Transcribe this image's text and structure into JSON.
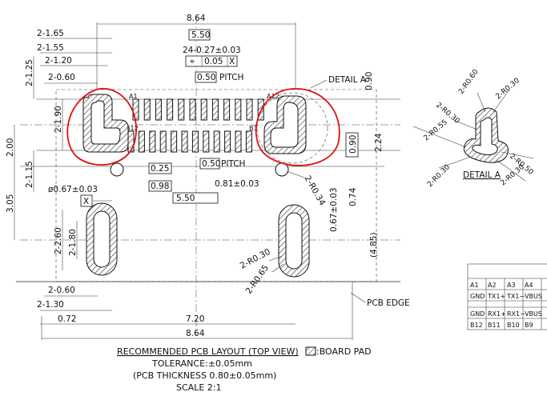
{
  "dims": {
    "overall_width_top": "8.64",
    "d_2_165": "2-1.65",
    "d_2_155": "2-1.55",
    "d_2_120": "2-1.20",
    "d_2_060_top": "2-0.60",
    "d_2_125": "2-1.25",
    "d_2_190": "2-1.90",
    "d_200": "2.00",
    "d_2_115": "2-1.15",
    "d_305": "3.05",
    "d_550_top": "5.50",
    "d_pitch_count": "24-0.27±0.03",
    "d_pos_tol": "0.05",
    "d_pos_datum": "X",
    "d_050_top": "0.50",
    "pitch_label_top": "PITCH",
    "detail_a_callout": "DETAIL A",
    "d_090_right": "0.90",
    "d_090_mid": "0.90",
    "d_224": "2.24",
    "d_074": "0.74",
    "d_067": "0.67±0.03",
    "d_485": "(4.85)",
    "d_025": "0.25",
    "d_098": "0.98",
    "d_050_bot": "0.50",
    "pitch_label_bot": "PITCH",
    "d_081": "0.81±0.03",
    "d_550_bot": "5.50",
    "d_phi067": "ø0.67±0.03",
    "datum_x": "X",
    "d_2_r034": "2-R0.34",
    "d_2_260": "2-2.60",
    "d_2_180": "2-1.80",
    "d_2_060_bot": "2-0.60",
    "d_2_130": "2-1.30",
    "d_072": "0.72",
    "d_720": "7.20",
    "d_864_bot": "8.64",
    "d_2_r030_a": "2-R0.30",
    "d_2_r065": "2-R0.65",
    "pcb_edge": "PCB EDGE",
    "pin_a1": "A1",
    "pin_a12": "A12",
    "pin_b12": "B12",
    "pin_b1": "B1"
  },
  "detail": {
    "title": "DETAIL A",
    "r060": "2-R0.60",
    "r030_top": "2-R0.30",
    "r030_left": "2-R0.30",
    "r055": "2-R0.55",
    "r030_bl": "2-R0.30",
    "r050": "2-R0.50",
    "r030_br": "2-R0.30"
  },
  "table": {
    "row1": [
      "A1",
      "A2",
      "A3",
      "A4"
    ],
    "row2": [
      "GND",
      "TX1+",
      "TX1−",
      "VBUS"
    ],
    "row3": [
      "GND",
      "RX1+",
      "RX1−",
      "VBUS"
    ],
    "row4": [
      "B12",
      "B11",
      "B10",
      "B9"
    ]
  },
  "caption": {
    "title": "RECOMMENDED PCB LAYOUT (TOP VIEW)",
    "tolerance": "TOLERANCE:±0.05mm",
    "thickness": "(PCB THICKNESS 0.80±0.05mm)",
    "scale": "SCALE 2:1",
    "legend": ":BOARD PAD"
  },
  "colors": {
    "annotation": "#e01010",
    "line": "#222222"
  },
  "symbols": {
    "position_tolerance": "⌖"
  }
}
